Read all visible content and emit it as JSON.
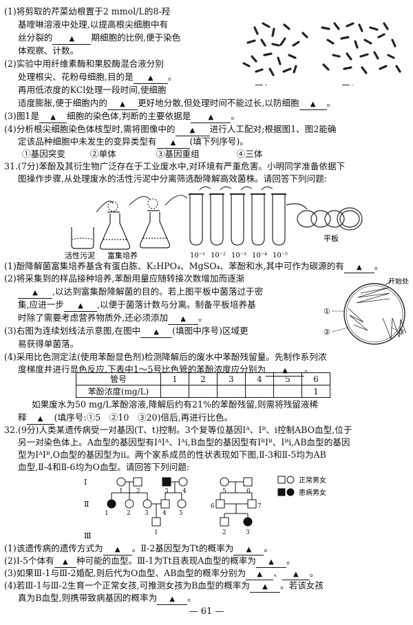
{
  "q30": {
    "p1a": "(1)将剪取的芹菜幼根置于2 mmol/L的8-羟",
    "p1b": "基喹啉溶液中处理,以提高根尖细胞中有",
    "p1c_pre": "丝分裂的",
    "p1c_post": "期细胞的比例,便于染色",
    "p1d": "体观察、计数。",
    "p2a": "(2)实验中用纤维素酶和果胶酶混合液分别",
    "p2b_pre": "处理根尖、花粉母细胞,目的是",
    "p2b_post": "。",
    "p2c": "再用低浓度的KCl处理一段时间,使细胞",
    "p2d_pre": "适度膨胀,便于细胞内的",
    "p2d_post": "更好地分散,但处理时间不能过长,以防细胞",
    "p2d_end": "。",
    "p3_pre": "(3)图1是",
    "p3_mid": "细胞的染色体,判断的主要依据是",
    "p3_post": "。",
    "p4a_pre": "(4)分析根尖细胞染色体核型时,需将图像中的",
    "p4a_post": "进行人工配对;根据图1、图2能确",
    "p4b": "定该品种细胞中未发生的变异类型有",
    "p4b_post": "(填下列序号)。",
    "opt1": "①基因突变",
    "opt2": "②单体",
    "opt3": "③基因重组",
    "opt4": "④三体",
    "fig1": "图1",
    "fig2": "图2"
  },
  "q31": {
    "h1": "31.(7分)苯酚及其衍生物广泛存在于工业废水中,对环境有严重危害。小明同学准备依据下",
    "h2": "图操作步骤,从处理废水的活性污泥中分离筛选酚降解高效菌株。请回答下列问题:",
    "label_sludge": "活性污泥",
    "label_enrich": "富集培养",
    "label_plate": "平板",
    "dilutions": [
      "10⁻¹",
      "10⁻²",
      "10⁻³",
      "10⁻⁴",
      "10⁻⁵"
    ],
    "p1": "(1)酚降解菌富集培养基含有蛋白胨、K₂HPO₄、MgSO₄、苯酚和水,其中可作为碳源的有",
    "p1_post": "。",
    "p2a": "(2)将采集到的样品接种培养,苯酚用量应随转接次数增加而逐渐",
    "p2b_post": ",以达到富集酚降解菌的目的。若上图平板中菌落过于密",
    "p2c_pre": "集,应进一步",
    "p2c_post": ",以便于菌落计数与分离。制备平板培养基",
    "p2d": "时除了需要考虑营养物质外,还必须添加",
    "p2d_post": "。",
    "p3a_pre": "(3)右图为连续划线法示意图,在图中",
    "p3a_post": "(填图中序号)区域更",
    "p3b": "易获得单菌落。",
    "p4a": "(4)采用比色测定法(使用苯酚显色剂)检测降解后的废水中苯酚残留量。先制作系列浓",
    "p4b_pre": "度梯度并进行显色反应,下表中1～5号比色管的苯酚浓度应分别为",
    "p4b_post": "。",
    "start_label": "开始处",
    "zones": [
      "①",
      "②",
      "③"
    ],
    "table_header": "管号",
    "table_row2": "苯酚浓度(mg/L)",
    "tubes": [
      "1",
      "2",
      "3",
      "4",
      "5",
      "6"
    ],
    "tube6_conc": "1",
    "p5a": "如果废水为50 mg/L苯酚溶液,降解后约有21%的苯酚残留,则需将残留液稀",
    "p5b_pre": "释",
    "p5b_post": "(填序号:①5　②10　③20)倍后,再进行比色。"
  },
  "q32": {
    "h1": "32.(9分)人类某遗传病受一对基因(T、t)控制。3个复等位基因Iᴬ、Iᴮ、i控制ABO血型,位于",
    "h2": "另一对染色体上。A血型的基因型有IᴬIᴬ、Iᴬi,B血型的基因型有IᴮIᴮ、Iᴮi,AB血型的基因",
    "h3": "型为IᴬIᴮ,O血型的基因型为ii。两个家系成员的性状表现如下图,Ⅱ-3和Ⅱ-5均为AB",
    "h4": "血型,Ⅱ-4和Ⅱ-6均为O血型。请回答下列问题:",
    "legend_normal": "正常男女",
    "legend_affected": "患病男女",
    "gen_I": "Ⅰ",
    "gen_II": "Ⅱ",
    "gen_III": "Ⅲ",
    "p1_pre": "(1)该遗传病的遗传方式为",
    "p1_mid": "。Ⅱ-2基因型为Tt的概率为",
    "p1_post": "。",
    "p2_pre": "(2)Ⅰ-5个体有",
    "p2_mid": "种可能的血型。Ⅲ-1为Tt且表现A血型的概率为",
    "p2_post": "。",
    "p3_pre": "(3)如果Ⅲ-1与Ⅲ-2婚配,则后代为O血型、AB血型的概率分别为",
    "p3_mid": "、",
    "p3_post": "。",
    "p4_pre": "(4)若Ⅲ-1与Ⅲ-2生育一个正常女孩,可推测女孩为B血型的概率为",
    "p4_mid": "。若该女孩",
    "p4b_pre": "真为B血型,则携带致病基因的概率为",
    "p4b_post": "。"
  },
  "blank_mark": "▲",
  "page_number": "— 61 —"
}
